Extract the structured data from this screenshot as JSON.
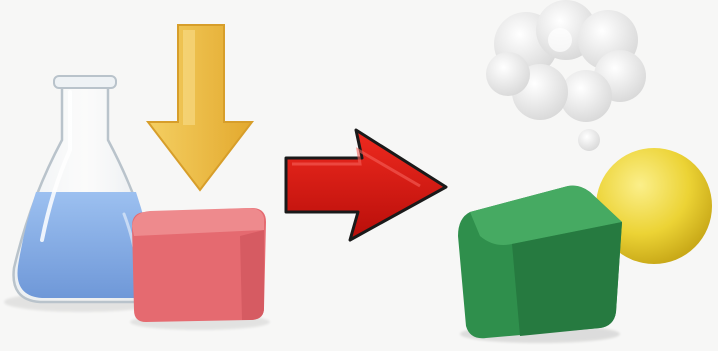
{
  "scene": {
    "reactants": [
      {
        "name": "flask",
        "icon": "erlenmeyer-flask-icon",
        "liquid_color": "#86aee6"
      },
      {
        "name": "red-block",
        "icon": "cube-icon",
        "color": "#e56a70"
      }
    ],
    "input_arrow": {
      "icon": "arrow-down-icon",
      "color": "#f0bf45"
    },
    "reaction_arrow": {
      "icon": "arrow-right-icon",
      "color": "#d8150f"
    },
    "products": [
      {
        "name": "gas-cloud",
        "icon": "cloud-icon",
        "color": "#e6e6e6"
      },
      {
        "name": "green-block",
        "icon": "cube-icon",
        "color": "#2f8f4c"
      },
      {
        "name": "yellow-sphere",
        "icon": "sphere-icon",
        "color": "#ecd335"
      }
    ],
    "background": "#f7f7f6"
  }
}
